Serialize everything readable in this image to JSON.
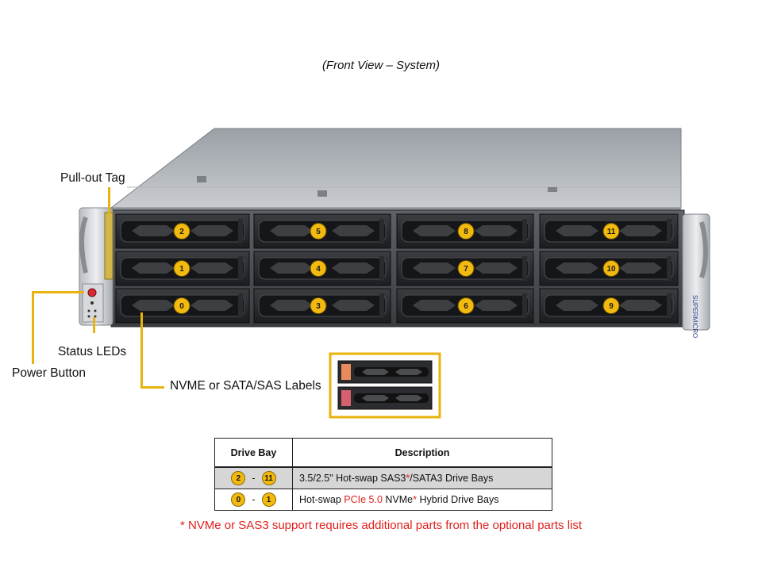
{
  "caption": "(Front View – System)",
  "callouts": {
    "pull_out_tag": "Pull-out Tag",
    "status_leds": "Status LEDs",
    "power_button": "Power Button",
    "nvme_labels": "NVME or SATA/SAS Labels"
  },
  "brand_vertical": "SUPERMICRO",
  "accent_color": "#e8b30c",
  "badge_color": "#f2b90f",
  "drive_bays": {
    "row_top": [
      "2",
      "5",
      "8",
      "11"
    ],
    "row_mid": [
      "1",
      "4",
      "7",
      "10"
    ],
    "row_bottom": [
      "0",
      "3",
      "6",
      "9"
    ]
  },
  "table": {
    "header_bay": "Drive Bay",
    "header_desc": "Description",
    "rows": [
      {
        "from": "2",
        "to": "11",
        "sep": "-",
        "desc_a": "3.5/2.5\" Hot-swap SAS3",
        "desc_star": "*",
        "desc_b": "/SATA3 Drive Bays"
      },
      {
        "from": "0",
        "to": "1",
        "sep": "-",
        "desc_a": "Hot-swap ",
        "desc_red": "PCIe 5.0",
        "desc_c": " NVMe",
        "desc_star": "*",
        "desc_d": " Hybrid Drive Bays"
      }
    ]
  },
  "footnote": "* NVMe or SAS3 support requires additional parts from the optional parts list"
}
